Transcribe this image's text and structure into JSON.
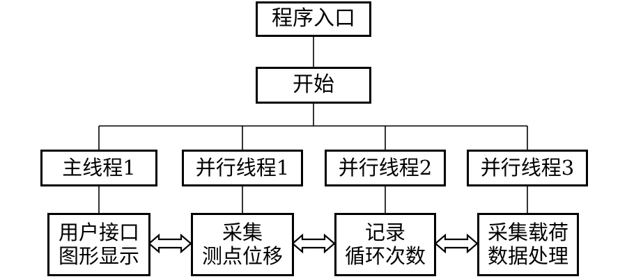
{
  "entry": {
    "label": "程序入口"
  },
  "start": {
    "label": "开始"
  },
  "threads": [
    {
      "label": "主线程1"
    },
    {
      "label": "并行线程1"
    },
    {
      "label": "并行线程2"
    },
    {
      "label": "并行线程3"
    }
  ],
  "tasks": [
    {
      "line1": "用户接口",
      "line2": "图形显示"
    },
    {
      "line1": "采集",
      "line2": "测点位移"
    },
    {
      "line1": "记录",
      "line2": "循环次数"
    },
    {
      "line1": "采集载荷",
      "line2": "数据处理"
    }
  ]
}
